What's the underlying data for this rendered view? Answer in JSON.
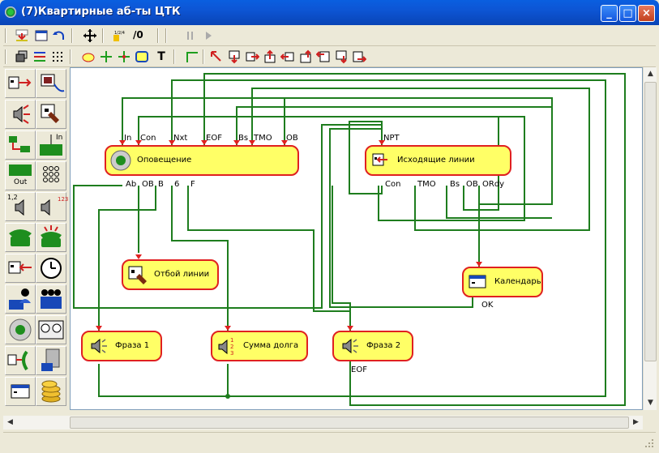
{
  "window": {
    "title": "(7)Квартирные аб-ты ЦТК",
    "minimize": "_",
    "maximize": "□",
    "close": "×"
  },
  "toolbar1": {
    "counter_label": "/0",
    "counter_icon_text": "1/2/4"
  },
  "toolbar2": {
    "text_tool": "T"
  },
  "palette": {
    "item_in": "In",
    "item_out": "Out",
    "item_12": "1,2",
    "item_123": "123"
  },
  "diagram": {
    "nodes": [
      {
        "id": "notify",
        "label": "Оповещение",
        "icon": "disk-icon",
        "in_ports": [
          "In",
          "Con",
          "Nxt",
          "EOF",
          "Bs",
          "TMO",
          "OB"
        ],
        "out_ports": [
          "Ab",
          "OB",
          "B",
          "6",
          "F"
        ]
      },
      {
        "id": "outgoing",
        "label": "Исходящие линии",
        "icon": "line-out-icon",
        "in_ports": [
          "NPT"
        ],
        "out_ports": [
          "Con",
          "TMO",
          "Bs",
          "OB",
          "ORdy"
        ]
      },
      {
        "id": "hangup",
        "label": "Отбой линии",
        "icon": "hangup-icon"
      },
      {
        "id": "calendar",
        "label": "Календарь",
        "icon": "calendar-icon",
        "out_ports": [
          "OK"
        ]
      },
      {
        "id": "phrase1",
        "label": "Фраза 1",
        "icon": "speaker-icon"
      },
      {
        "id": "debt",
        "label": "Сумма долга",
        "icon": "speaker-digits-icon"
      },
      {
        "id": "phrase2",
        "label": "Фраза 2",
        "icon": "speaker-icon",
        "out_ports": [
          "EOF"
        ]
      }
    ]
  },
  "colors": {
    "wire": "#1e7d1e",
    "node_fill": "#ffff66",
    "node_border": "#e02020",
    "titlebar": "#0a5fe0"
  }
}
